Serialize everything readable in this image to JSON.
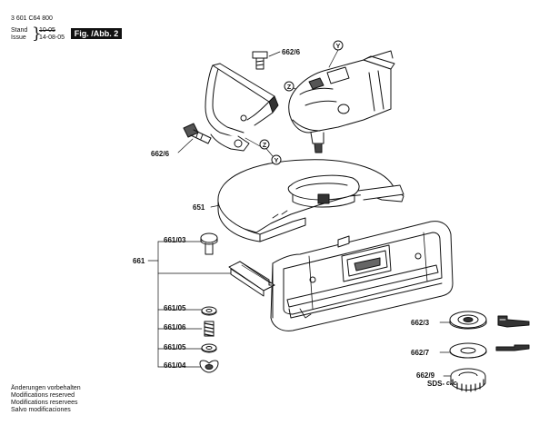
{
  "header": {
    "part_number": "3 601 C64 800",
    "stand_label": "Stand",
    "issue_label": "Issue",
    "stand_date": "10-05",
    "issue_date": "14-08-05",
    "figure_label": "Fig. /Abb. 2"
  },
  "callouts": {
    "p662_6_top": "662/6",
    "p662_6_left": "662/6",
    "p651": "651",
    "p661": "661",
    "p661_03": "661/03",
    "p661_05a": "661/05",
    "p661_06": "661/06",
    "p661_05b": "661/05",
    "p661_04": "661/04",
    "p662_3": "662/3",
    "p662_7": "662/7",
    "p662_9": "662/9",
    "sds_prefix": "SDS-",
    "sds_mark": "clic"
  },
  "markers": {
    "y": "Y",
    "z": "Z"
  },
  "footer": {
    "lines": [
      "Änderungen vorbehalten",
      "Modifications reserved",
      "Modifications reservees",
      "Salvo modificaciones"
    ]
  },
  "colors": {
    "line": "#111111",
    "fill_dark": "#222222",
    "fill_mid": "#8a8a8a",
    "background": "#ffffff"
  }
}
